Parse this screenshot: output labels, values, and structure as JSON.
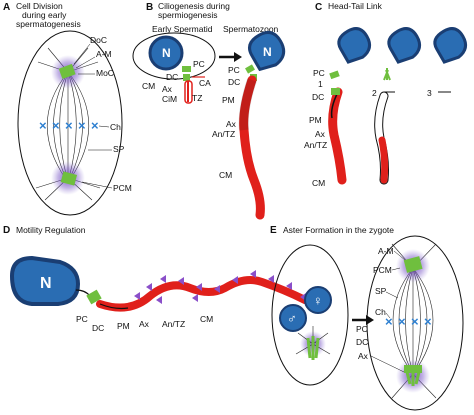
{
  "panels": {
    "A": {
      "letter": "A",
      "title": [
        "Cell Division",
        "during early",
        "spermatogenesis"
      ],
      "labels": {
        "doc": "DoC",
        "am": "A-M",
        "moc": "MoC",
        "ch": "Ch",
        "sp": "SP",
        "pcm": "PCM"
      }
    },
    "B": {
      "letter": "B",
      "title": [
        "Ciliogenesis during",
        "spermiogenesis"
      ],
      "early_spermatid": "Early Spermatid",
      "spermatozoon": "Spermatozoon",
      "labels": {
        "n": "N",
        "pc": "PC",
        "dc": "DC",
        "ca": "CA",
        "cm": "CM",
        "ax": "Ax",
        "cim": "CiM",
        "tz": "TZ",
        "pc2": "PC",
        "dc2": "DC",
        "pm": "PM",
        "ax2": "Ax",
        "antz": "An/TZ",
        "cm2": "CM"
      }
    },
    "C": {
      "letter": "C",
      "title": "Head-Tail Link",
      "labels": {
        "pc": "PC",
        "dc": "DC",
        "pm": "PM",
        "ax": "Ax",
        "antz": "An/TZ",
        "cm": "CM",
        "n1": "1",
        "n2": "2",
        "n3": "3"
      }
    },
    "D": {
      "letter": "D",
      "title": "Motility Regulation",
      "labels": {
        "n": "N",
        "pc": "PC",
        "dc": "DC",
        "pm": "PM",
        "ax": "Ax",
        "antz": "An/TZ",
        "cm": "CM"
      }
    },
    "E": {
      "letter": "E",
      "title": "Aster Formation in the zygote",
      "labels": {
        "male": "♂",
        "female": "♀",
        "am": "A-M",
        "pcm": "PCM",
        "sp": "SP",
        "ch": "Ch",
        "pc": "PC",
        "dc": "DC",
        "ax": "Ax"
      }
    }
  },
  "colors": {
    "nucleus": "#2a6db3",
    "sheath": "#1a3e73",
    "tail": "#e0201b",
    "centriole": "#6fbf3e",
    "aster": "#6a3fb5",
    "chromosome": "#2d7fd0",
    "arrow_purple": "#8a4fc9"
  }
}
